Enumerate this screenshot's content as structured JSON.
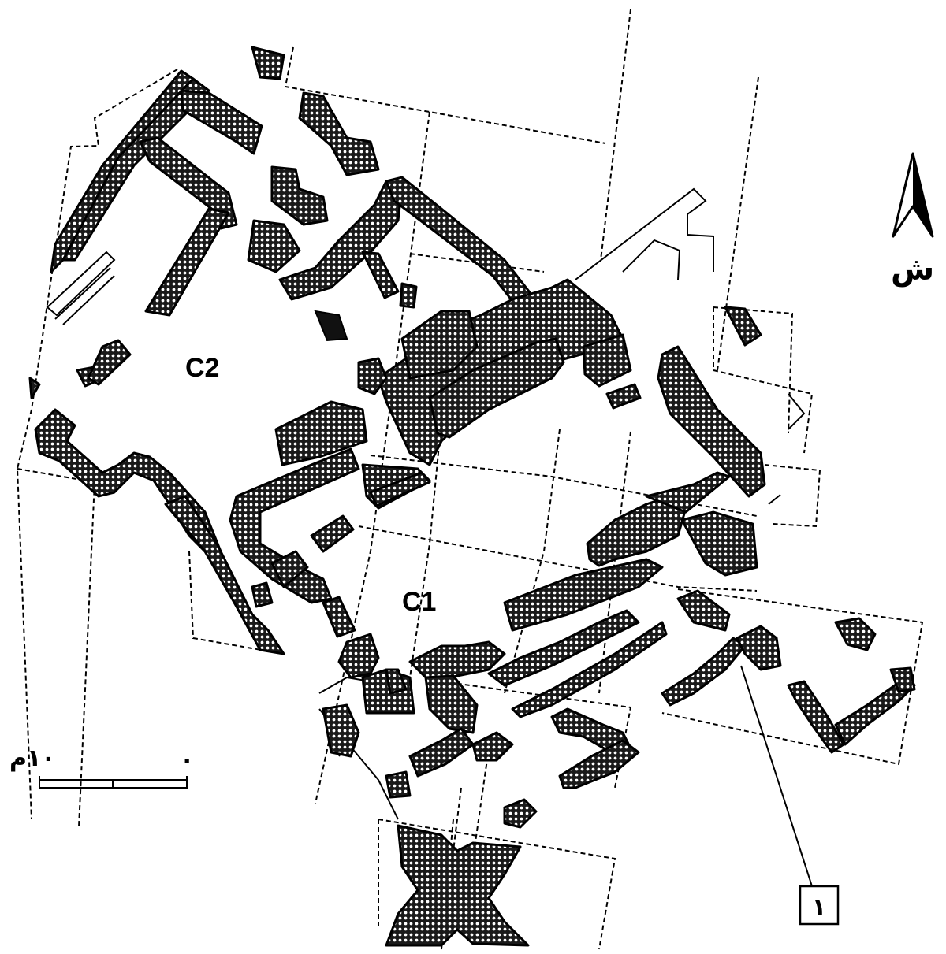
{
  "labels": {
    "area_c1": "C1",
    "area_c2": "C2",
    "north": "ش",
    "callout": "١",
    "scale_start": "٠",
    "scale_end": "١٠م"
  },
  "colors": {
    "ink": "#000000",
    "background": "#ffffff"
  },
  "icons": {
    "north_arrow": "north-arrow-icon"
  }
}
